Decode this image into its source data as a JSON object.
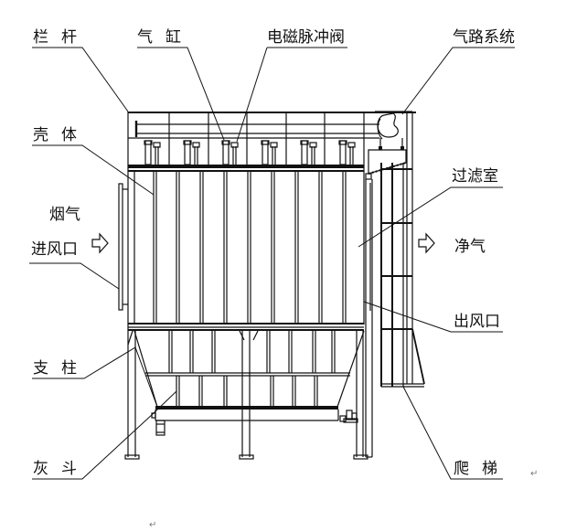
{
  "diagram": {
    "title": "Pulse jet bag filter dust collector structure",
    "labels": {
      "railing": "栏杆",
      "cylinder": "气缸",
      "pulse_valve": "电磁脉冲阀",
      "air_system": "气路系统",
      "shell": "壳体",
      "filter_chamber": "过滤室",
      "flue_gas": "烟气",
      "inlet": "进风口",
      "clean_gas": "净气",
      "outlet": "出风口",
      "support_column": "支柱",
      "ash_hopper": "灰斗",
      "ladder": "爬梯"
    },
    "flow_arrows": {
      "inlet_arrow": "right-arrow-icon",
      "outlet_arrow": "right-arrow-icon"
    },
    "paragraph_marks": [
      "↵",
      "↵"
    ],
    "colors": {
      "line": "#111111",
      "background": "#ffffff"
    }
  }
}
